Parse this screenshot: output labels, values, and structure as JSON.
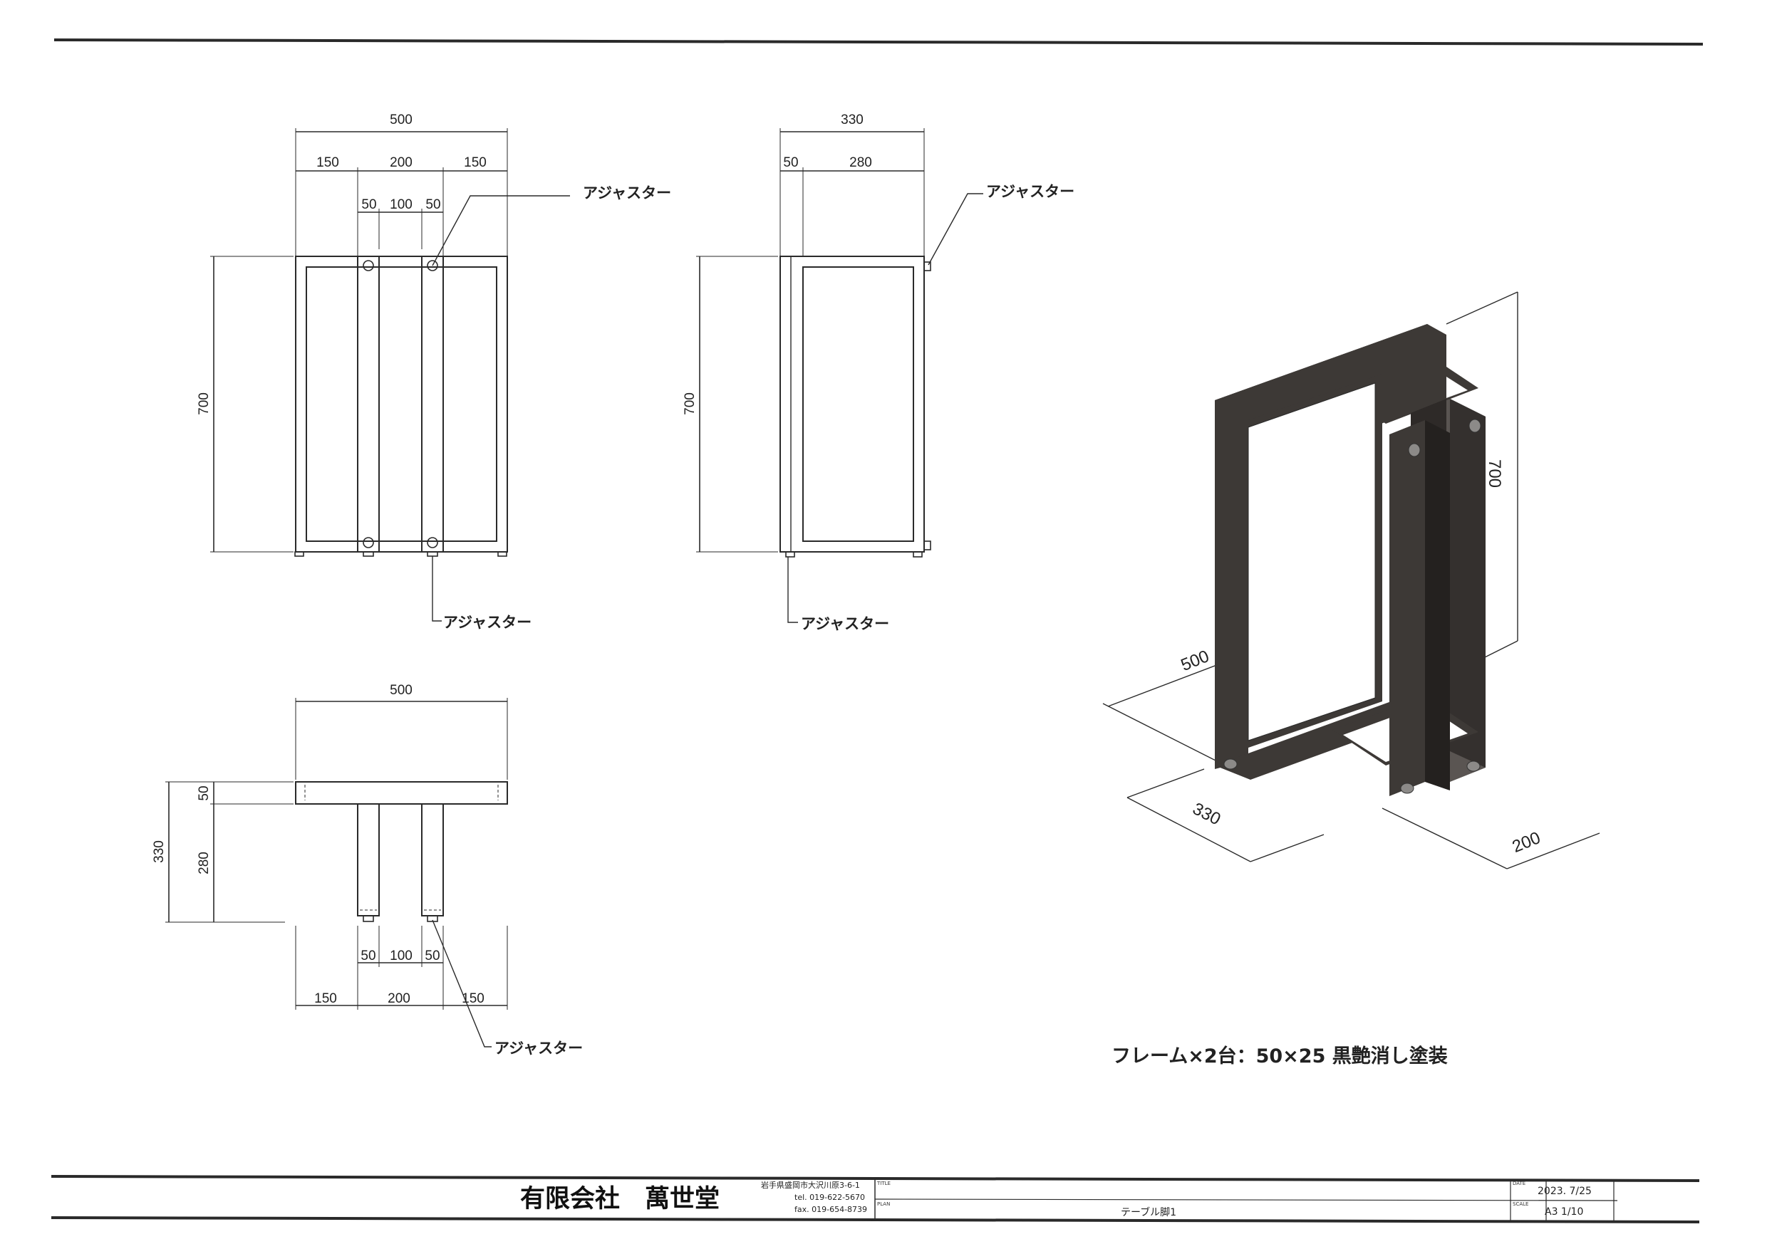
{
  "drawing": {
    "front_view": {
      "overall_width": "500",
      "segments_top": [
        "150",
        "200",
        "150"
      ],
      "segments_inner": [
        "50",
        "100",
        "50"
      ],
      "height": "700",
      "adjuster_label_top": "アジャスター",
      "adjuster_label_bottom": "アジャスター"
    },
    "side_view": {
      "overall_width": "330",
      "segments": [
        "50",
        "280"
      ],
      "height": "700",
      "adjuster_label_top": "アジャスター",
      "adjuster_label_bottom": "アジャスター"
    },
    "top_view": {
      "overall_width": "500",
      "depth_total": "330",
      "depth_segments": [
        "50",
        "280"
      ],
      "segments_inner": [
        "50",
        "100",
        "50"
      ],
      "segments_bottom": [
        "150",
        "200",
        "150"
      ],
      "adjuster_label": "アジャスター"
    },
    "isometric": {
      "dim_width": "500",
      "dim_depth": "330",
      "dim_inner": "200",
      "dim_height": "700"
    },
    "note": "フレーム×2台：50×25 黒艶消し塗装"
  },
  "title_block": {
    "company": "有限会社　萬世堂",
    "address": "岩手県盛岡市大沢川原3-6-1",
    "tel": "tel. 019-622-5670",
    "fax": "fax. 019-654-8739",
    "title_caption": "TITLE",
    "plan_caption": "PLAN",
    "plan_name": "テーブル脚1",
    "date_caption": "DATE",
    "date": "2023. 7/25",
    "scale_caption": "SCALE",
    "scale": "A3  1/10"
  },
  "colors": {
    "line": "#2a2a2a",
    "frame_fill": "#3d3936",
    "frame_side": "#5a5552",
    "foot": "#8c8a88"
  }
}
